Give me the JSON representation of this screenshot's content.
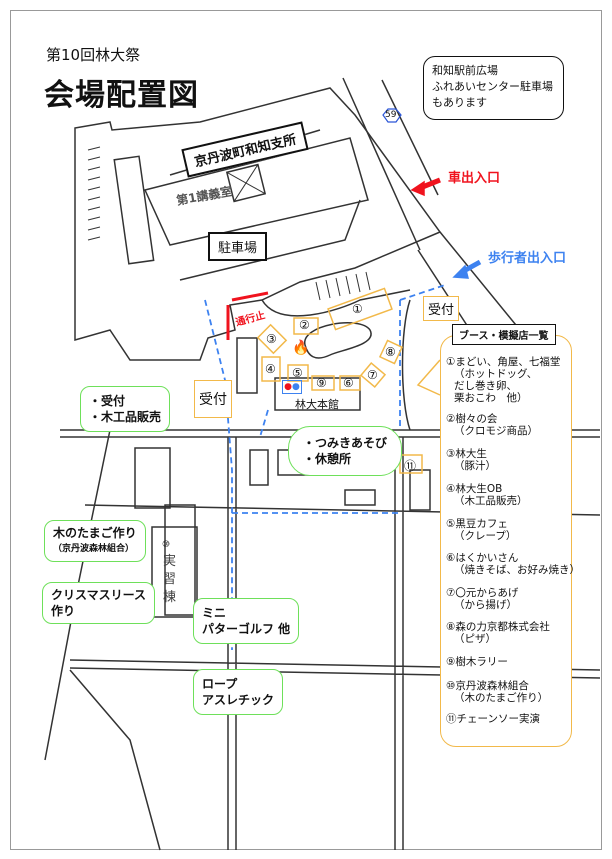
{
  "header": {
    "subtitle": "第10回林大祭",
    "title": "会場配置図"
  },
  "note": {
    "lines": [
      "和知駅前広場",
      "ふれあいセンター駐車場",
      "もあります"
    ]
  },
  "road_sign": "59",
  "labels": {
    "town_office": "京丹波町和知支所",
    "lecture_room": "第1講義室",
    "parking": "駐車場",
    "car_entrance": "車出入口",
    "pedestrian_entrance": "歩行者出入口",
    "no_entry": "通行止",
    "reception_west": "受付",
    "reception_east": "受付",
    "main_hall": "林大本館",
    "practice_building": "実習棟",
    "practice_num": "⑩",
    "booth_11": "⑪"
  },
  "booths": [
    "①",
    "②",
    "③",
    "④",
    "⑤",
    "⑥",
    "⑦",
    "⑧",
    "⑨"
  ],
  "bubbles": {
    "reception": [
      "・受付",
      "・木工品販売"
    ],
    "main_hall": [
      "・つみきあそび",
      "・休憩所"
    ],
    "wood_egg": [
      "木のたまご作り",
      "（京丹波森林組合）"
    ],
    "wreath": [
      "クリスマスリース",
      "作り"
    ],
    "golf": [
      "ミニ",
      "パターゴルフ 他"
    ],
    "rope": [
      "ロープ",
      "アスレチック"
    ]
  },
  "legend": {
    "title": "ブース・模擬店一覧",
    "items": [
      {
        "name": "①まどい、角屋、七福堂",
        "detail": [
          "（ホットドッグ、",
          "だし巻き卵、",
          "栗おこわ　他）"
        ]
      },
      {
        "name": "②樹々の会",
        "detail": [
          "（クロモジ商品）"
        ]
      },
      {
        "name": "③林大生",
        "detail": [
          "（豚汁）"
        ]
      },
      {
        "name": "④林大生OB",
        "detail": [
          "（木工品販売）"
        ]
      },
      {
        "name": "⑤黒豆カフェ",
        "detail": [
          "（クレープ）"
        ]
      },
      {
        "name": "⑥はくかいさん",
        "detail": [
          "（焼きそば、お好み焼き）"
        ]
      },
      {
        "name": "⑦〇元からあげ",
        "detail": [
          "（から揚げ）"
        ]
      },
      {
        "name": "⑧森の力京都株式会社",
        "detail": [
          "（ピザ）"
        ]
      },
      {
        "name": "⑨樹木ラリー",
        "detail": []
      },
      {
        "name": "⑩京丹波森林組合",
        "detail": [
          "（木のたまご作り）"
        ]
      },
      {
        "name": "⑪チェーンソー実演",
        "detail": []
      }
    ]
  },
  "colors": {
    "red": "#f0131e",
    "blue": "#3d82f0",
    "orange": "#f2b94a",
    "green": "#6ee05a"
  }
}
